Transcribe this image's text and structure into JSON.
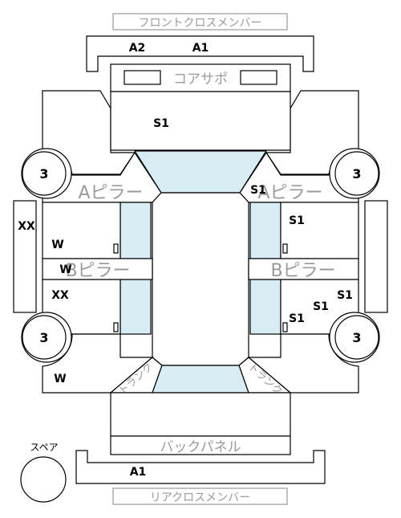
{
  "labels": {
    "front_cross_member": "フロントクロスメンバー",
    "core_support": "コアサポ",
    "a_pillar_left": "Aピラー",
    "a_pillar_right": "Aピラー",
    "b_pillar_left": "Bピラー",
    "b_pillar_right": "Bピラー",
    "back_panel": "バックパネル",
    "rear_cross_member": "リアクロスメンバー",
    "spare": "スペア",
    "trunk_left": "トランク",
    "trunk_right": "トランク"
  },
  "marks": {
    "front_a2": "A2",
    "front_a1": "A1",
    "hood_s1": "S1",
    "fl_wheel": "3",
    "fr_wheel": "3",
    "rl_wheel": "3",
    "rr_wheel": "3",
    "a_pillar_right_s1": "S1",
    "left_rocker": "XX",
    "left_front_door_w": "W",
    "left_b_pillar_w": "W",
    "left_rear_door_xx": "XX",
    "left_rear_fender_w": "W",
    "right_front_door_s1": "S1",
    "right_rear_s1_a": "S1",
    "right_rear_s1_b": "S1",
    "right_rear_s1_c": "S1",
    "rear_a1": "A1"
  }
}
